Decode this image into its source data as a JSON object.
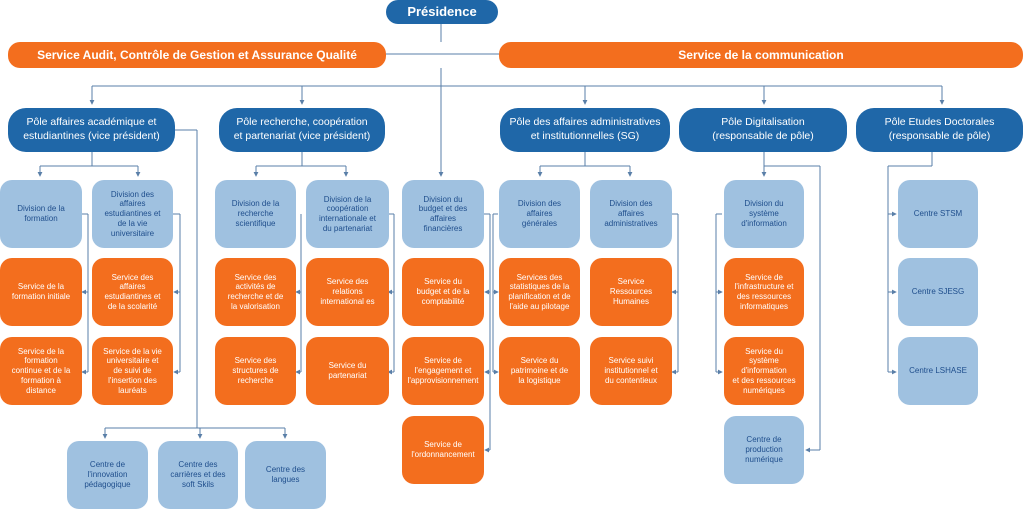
{
  "presidence": "Présidence",
  "top_services": {
    "audit": "Service Audit, Contrôle de Gestion et Assurance Qualité",
    "communication": "Service de la communication"
  },
  "poles": [
    "Pôle affaires académique et\nestudiantines (vice président)",
    "Pôle recherche, coopération\net partenariat (vice président)",
    "Pôle des affaires administratives\net institutionnelles (SG)",
    "Pôle Digitalisation\n(responsable de pôle)",
    "Pôle Etudes Doctorales\n(responsable de pôle)"
  ],
  "academic": {
    "div_formation": "Division de la\nformation",
    "div_affaires": "Division des\naffaires\nestudiantines et\nde la vie\nuniversitaire",
    "svc_formation_initiale": "Service de la\nformation initiale",
    "svc_formation_continue": "Service de la\nformation\ncontinue et de la\nformation à\ndistance",
    "svc_affaires_scolarite": "Service des\naffaires\nestudiantines et\nde la scolarité",
    "svc_vie_universitaire": "Service de la vie\nuniversitaire et\nde suivi de\nl'insertion des\nlauréats",
    "centre_innovation": "Centre de\nl'innovation\npédagogique",
    "centre_carrieres": "Centre des\ncarrières et des\nsoft Skils",
    "centre_langues": "Centre des\nlangues"
  },
  "research": {
    "div_recherche": "Division de la\nrecherche\nscientifique",
    "div_cooperation": "Division de la\ncoopération\ninternationale et\ndu partenariat",
    "svc_activites": "Service des\nactivités de\nrecherche et de\nla valorisation",
    "svc_structures": "Service des\nstructures de\nrecherche",
    "svc_relations": "Service des\nrelations\ninternational es",
    "svc_partenariat": "Service du\npartenariat"
  },
  "finance": {
    "div_budget": "Division du\nbudget et des\naffaires\nfinancières",
    "svc_budget": "Service du\nbudget et de la\ncomptabilité",
    "svc_engagement": "Service de\nl'engagement et\nl'approvisionnement",
    "svc_ordonnancement": "Service de\nl'ordonnancement"
  },
  "admin": {
    "div_generales": "Division des\naffaires\ngénérales",
    "div_administratives": "Division des\naffaires\nadministratives",
    "svc_statistiques": "Services des\nstatistiques de la\nplanification et de\nl'aide au pilotage",
    "svc_patrimoine": "Service du\npatrimoine et de\nla logistique",
    "svc_rh": "Service\nRessources\nHumaines",
    "svc_suivi": "Service suivi\ninstitutionnel et\ndu contentieux"
  },
  "digital": {
    "div_systeme": "Division du\nsystème\nd'information",
    "svc_infrastructure": "Service de\nl'infrastructure et\ndes ressources\ninformatiques",
    "svc_systeme_info": "Service du\nsystème\nd'information\net des ressources\nnumériques",
    "centre_production": "Centre de\nproduction\nnumérique"
  },
  "doctoral": {
    "centre_stsm": "Centre STSM",
    "centre_sjesg": "Centre SJESG",
    "centre_lshase": "Centre LSHASE"
  },
  "colors": {
    "navy": "#1f67a8",
    "orange": "#f36e1e",
    "light_blue": "#9fc1e0",
    "light_text": "#1f4e8c",
    "connector": "#5a7fa8"
  }
}
